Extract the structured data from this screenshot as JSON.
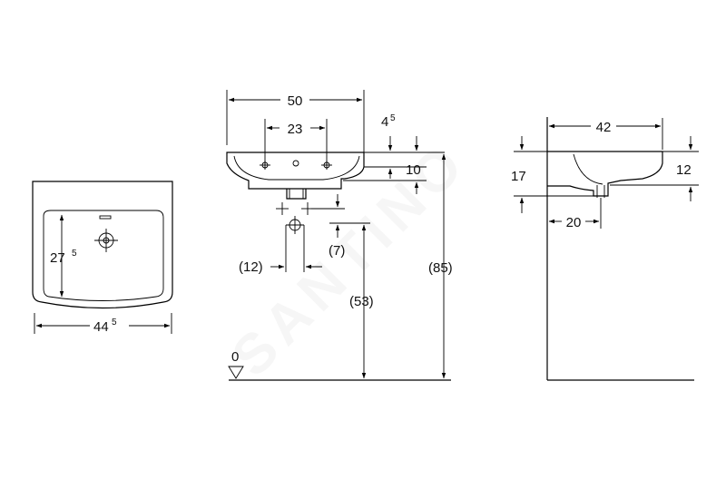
{
  "watermark": "SANTINO",
  "front_view": {
    "depth_main": "27",
    "depth_sup": "5",
    "width_main": "44",
    "width_sup": "5"
  },
  "side_view": {
    "overall_width": "50",
    "tap_holes": "23",
    "rim_offset_main": "4",
    "rim_offset_sup": "5",
    "bowl_height": "10",
    "waste_offset": "(12)",
    "waste_drop": "(7)",
    "waste_height": "(53)",
    "rim_height": "(85)",
    "floor_level": "0"
  },
  "profile_view": {
    "projection": "42",
    "height_overall": "17",
    "height_inner": "12",
    "waste_from_wall": "20"
  },
  "colors": {
    "line": "#000000",
    "text": "#111111",
    "background": "#ffffff"
  }
}
